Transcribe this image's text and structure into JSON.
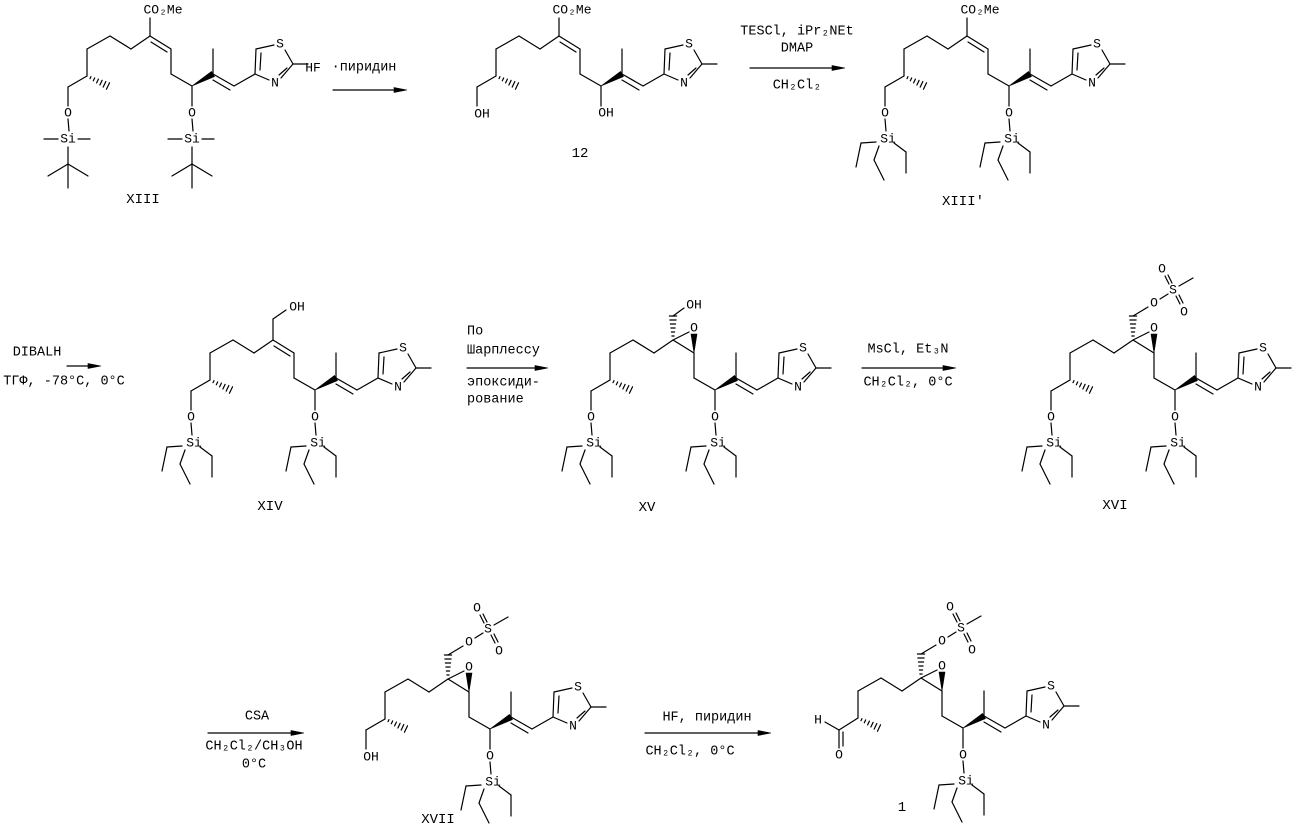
{
  "atoms": {
    "O": "O",
    "OH": "OH",
    "Si": "Si",
    "S": "S",
    "N": "N",
    "H": "H",
    "CO2Me": "CO₂Me",
    "HF": "HF"
  },
  "compounds": {
    "XIII": "XIII",
    "c12": "12",
    "XIII_prime": "XIII'",
    "XIV": "XIV",
    "XV": "XV",
    "XVI": "XVI",
    "XVII": "XVII",
    "c1": "1"
  },
  "reagents": {
    "step1": {
      "above": "·пиридин"
    },
    "step2": {
      "line1": "TESCl, iPr₂NEt",
      "line2": "DMAP",
      "below": "CH₂Cl₂"
    },
    "step3": {
      "above": "DIBALH",
      "below": "ТГФ, -78°C, 0°C"
    },
    "step4": {
      "line1": "По",
      "line2": "Шарплессу",
      "below1": "эпоксиди-",
      "below2": "рование"
    },
    "step5": {
      "above": "MsCl, Et₃N",
      "below": "CH₂Cl₂, 0°C"
    },
    "step6": {
      "above": "CSA",
      "below1": "CH₂Cl₂/CH₃OH",
      "below2": "0°C"
    },
    "step7": {
      "above": "HF, пиридин",
      "below": "CH₂Cl₂, 0°C"
    }
  }
}
